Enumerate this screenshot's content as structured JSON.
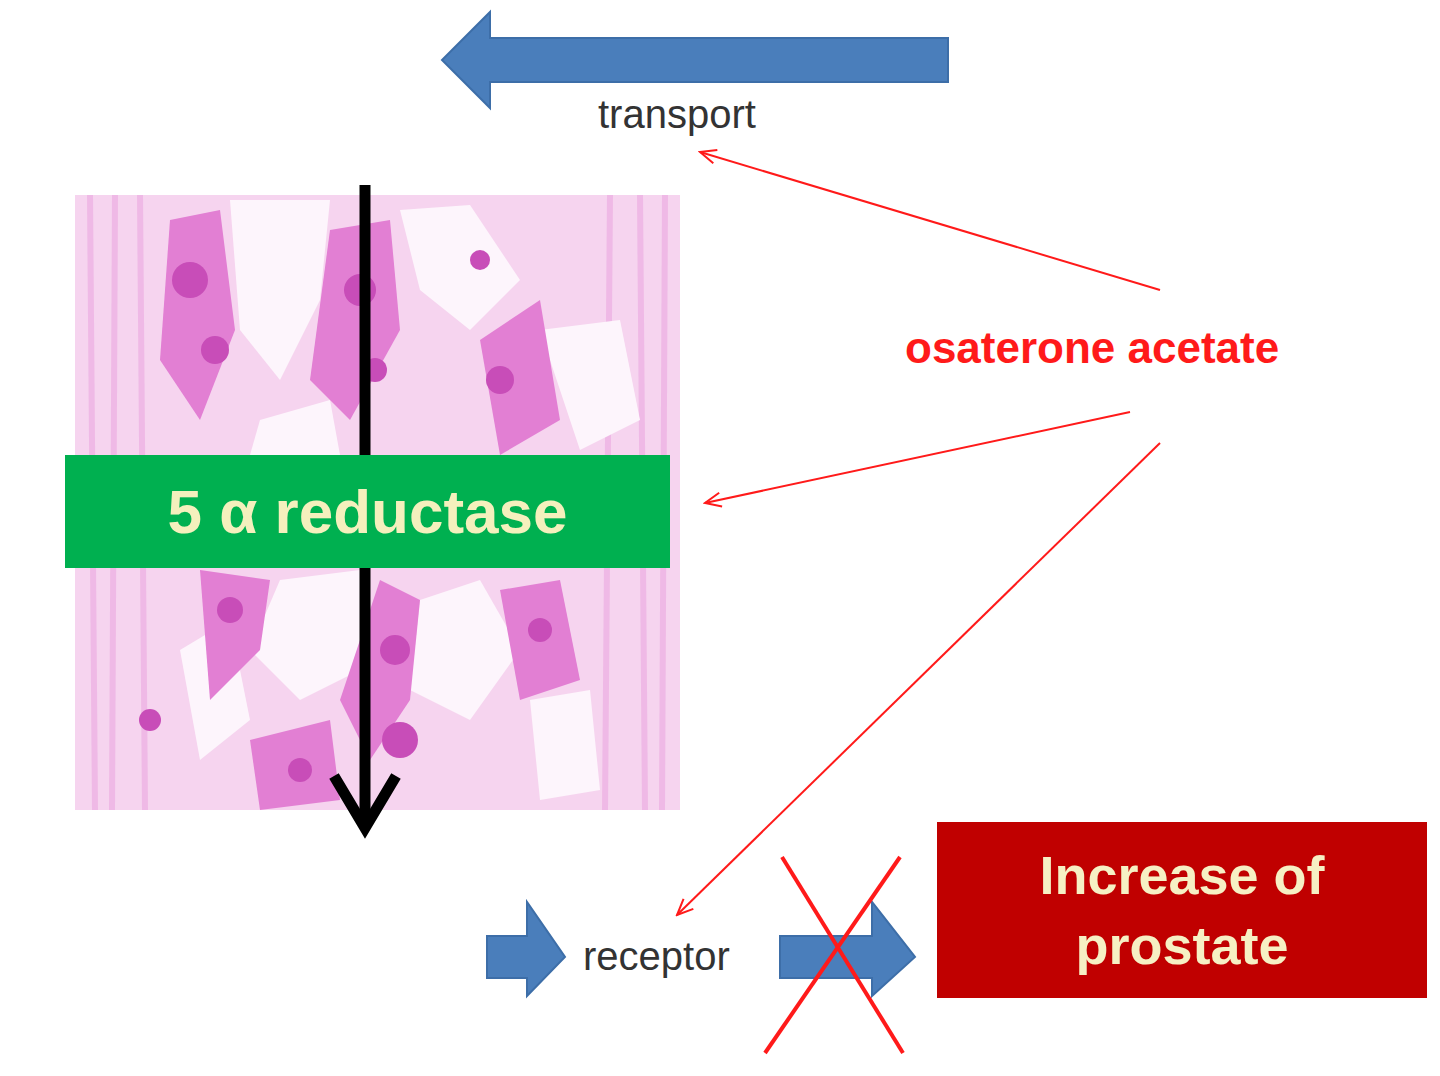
{
  "diagram": {
    "nodes": [
      {
        "text": [
          "5 α reductase"
        ]
      },
      {
        "text": [
          "Increase of prostate"
        ]
      }
    ],
    "labels": [
      "transport",
      "osaterone acetate",
      "receptor"
    ]
  }
}
